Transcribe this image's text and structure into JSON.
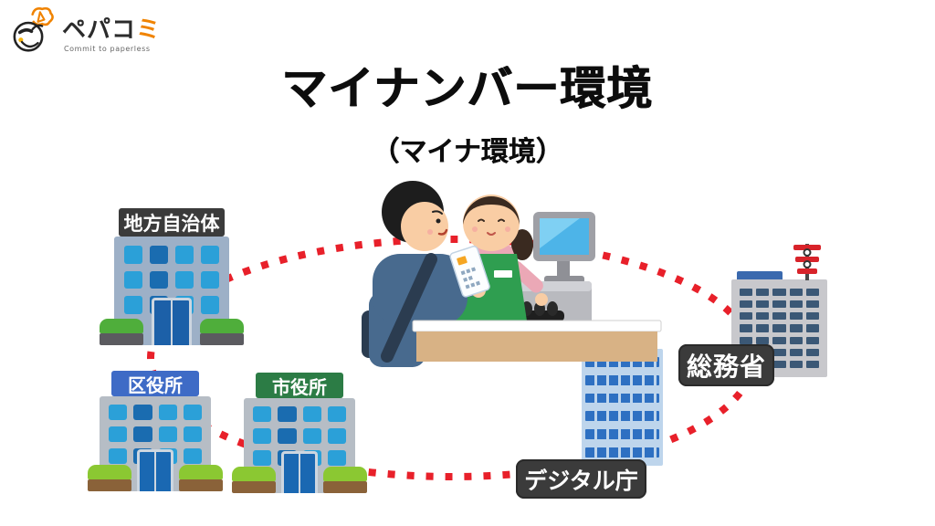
{
  "logo": {
    "brand_main": "ペパコ",
    "brand_accent": "ミ",
    "tagline": "Commit to paperless"
  },
  "title": "マイナンバー環境",
  "subtitle": "（マイナ環境）",
  "nodes": {
    "local_government": {
      "label": "地方自治体"
    },
    "ward_office": {
      "label": "区役所"
    },
    "city_hall": {
      "label": "市役所"
    },
    "digital_agency": {
      "label": "デジタル庁"
    },
    "ministry_of_internal_affairs": {
      "label": "総務省"
    }
  },
  "colors": {
    "connector_red": "#e8202a",
    "sign_dark": "#3b3b3b",
    "sign_blue": "#3e6bc6",
    "sign_green": "#2c7c45",
    "accent_orange": "#f08300"
  }
}
